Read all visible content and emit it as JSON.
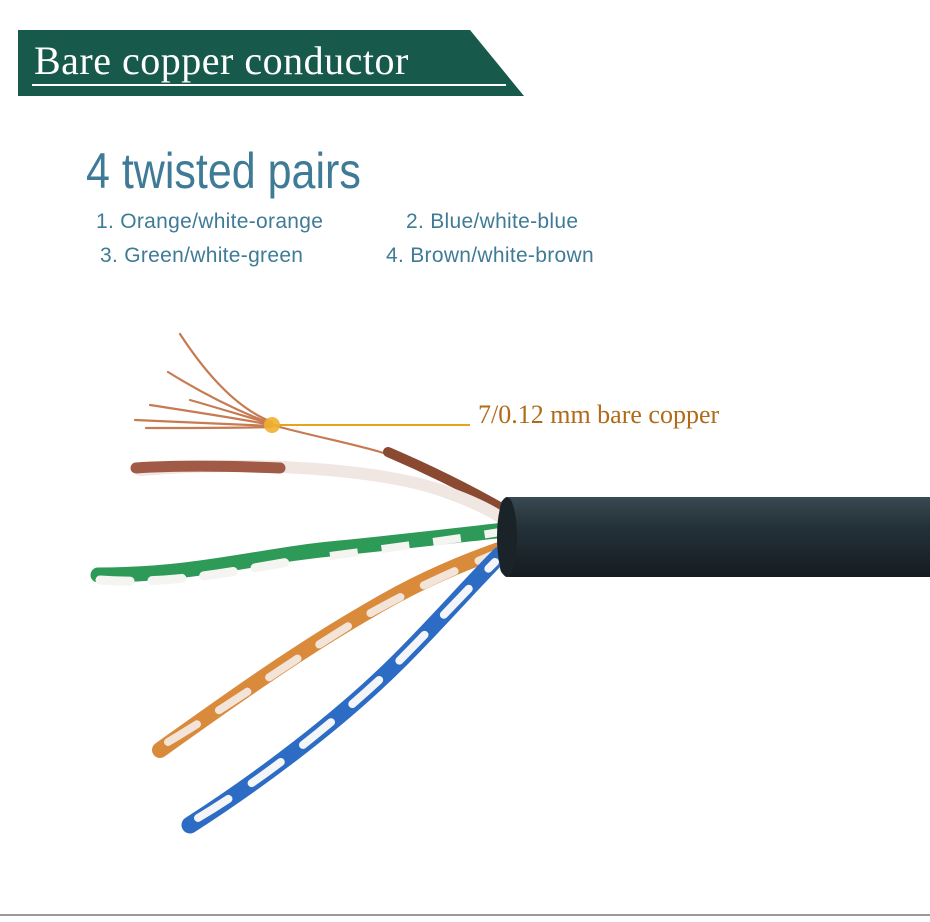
{
  "banner": {
    "title": "Bare copper conductor"
  },
  "heading": "4 twisted pairs",
  "pairs": [
    "1. Orange/white-orange",
    "2. Blue/white-blue",
    "3. Green/white-green",
    "4. Brown/white-brown"
  ],
  "callout": {
    "label": "7/0.12 mm bare copper"
  },
  "colors": {
    "banner": "#17594a",
    "heading": "#3f7b96",
    "callout": "#b06b18",
    "callout_line": "#e8a418",
    "jacket": "#1f2a31",
    "orange": "#d98a3a",
    "blue": "#2d6cc4",
    "green": "#2e9a57",
    "brown": "#8a4a32",
    "copper": "#c77b52"
  },
  "icons": [
    "cable-illustration"
  ]
}
